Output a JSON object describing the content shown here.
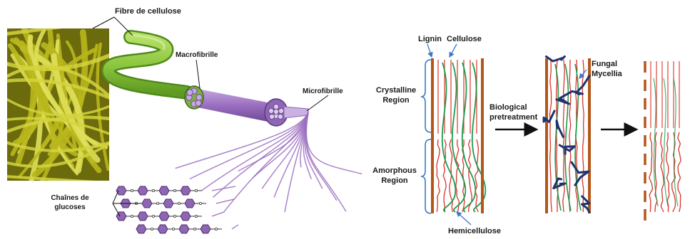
{
  "left_panel": {
    "labels": {
      "fiber": "Fibre de cellulose",
      "macrofibril": "Macrofibrille",
      "microfibril": "Microfibrille",
      "chains_line1": "Chaînes de",
      "chains_line2": "glucoses"
    },
    "colors": {
      "micrograph": "#b9b71c",
      "fiber": "#8dc63f",
      "fibril": "#9b6fc0",
      "glucose": "#8e66b3"
    }
  },
  "right_panel": {
    "labels": {
      "lignin": "Lignin",
      "cellulose": "Cellulose",
      "crystalline_line1": "Crystalline",
      "crystalline_line2": "Region",
      "amorphous_line1": "Amorphous",
      "amorphous_line2": "Region",
      "hemicellulose": "Hemicellulose",
      "pretreatment_line1": "Biological",
      "pretreatment_line2": "pretreatment",
      "fungal_line1": "Fungal",
      "fungal_line2": "Mycellia"
    },
    "colors": {
      "lignin": "#b4561a",
      "cellulose": "#d9342b",
      "hemicellulose": "#1f9a4c",
      "mycelia": "#1d3470",
      "bracket": "#3a79c8"
    }
  }
}
